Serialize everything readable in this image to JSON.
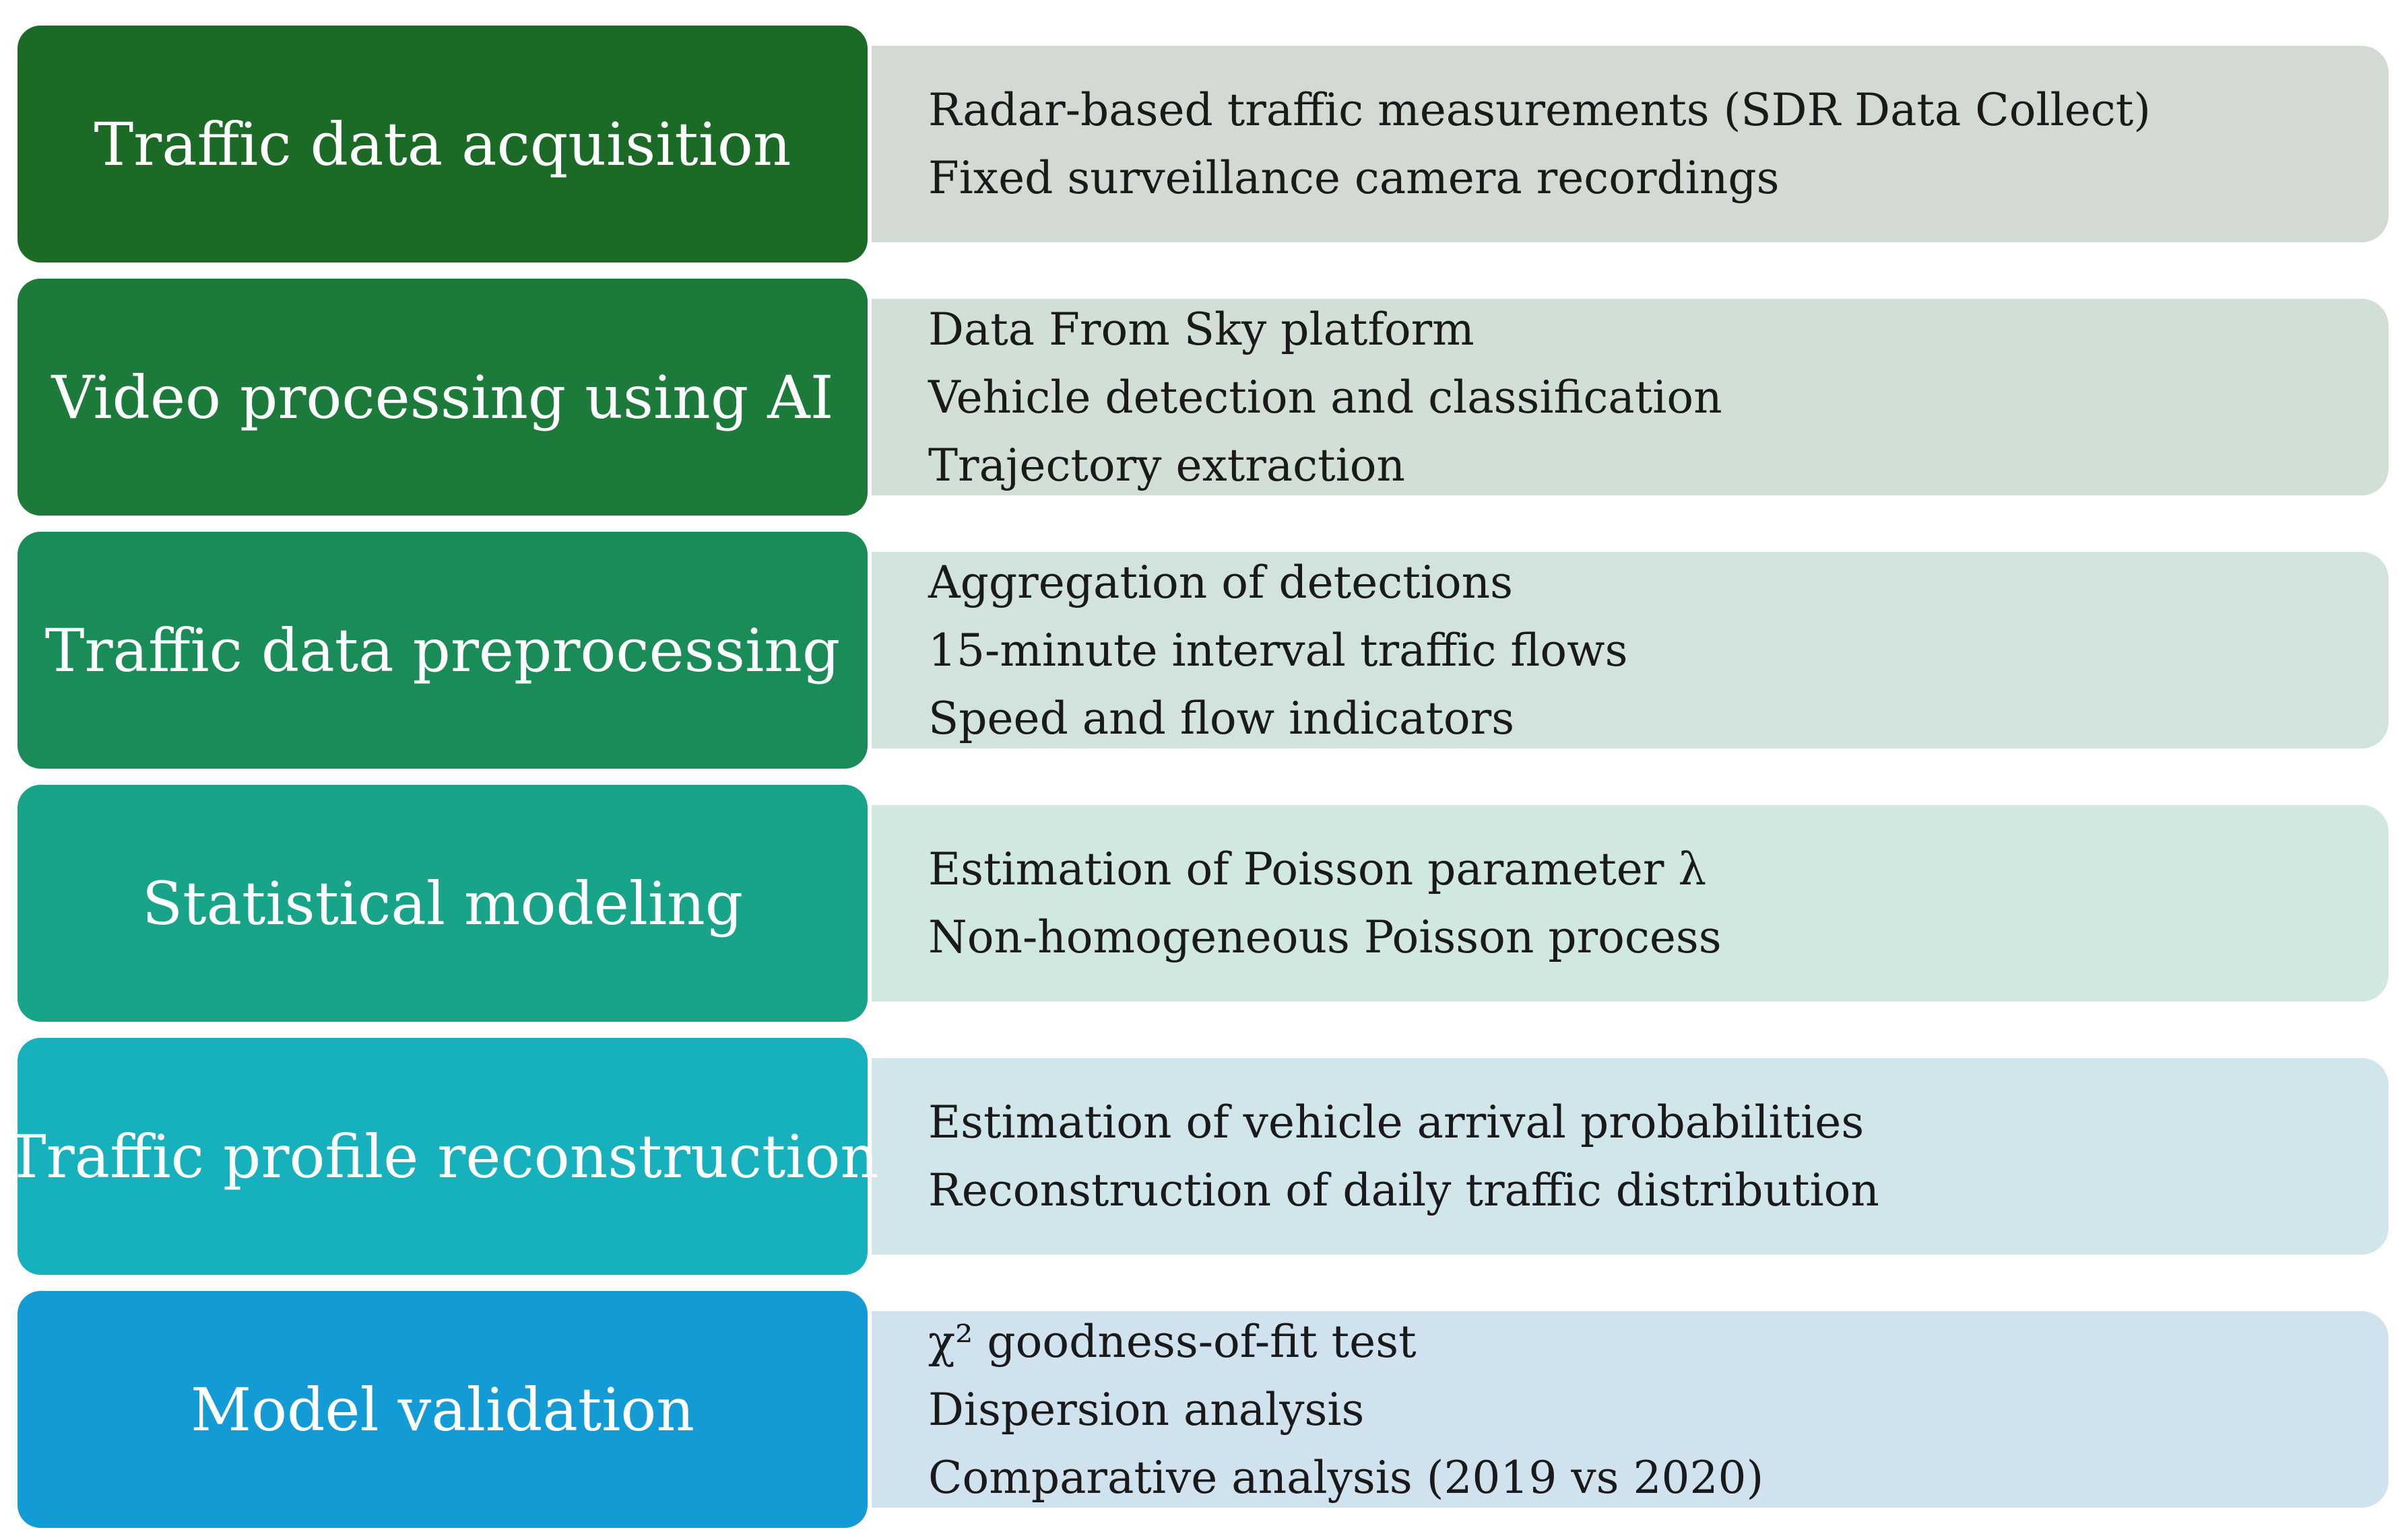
{
  "stages": [
    {
      "title": "Traffic data acquisition",
      "color": "#1b6b27",
      "panel_color": "#d2dad3",
      "details": [
        "Radar-based traffic measurements (SDR Data Collect)",
        "Fixed surveillance camera recordings"
      ]
    },
    {
      "title": "Video processing using AI",
      "color": "#1c7a3a",
      "panel_color": "#d1dfd6",
      "details": [
        "Data From Sky platform",
        "Vehicle detection and classification",
        "Trajectory extraction"
      ]
    },
    {
      "title": "Traffic data preprocessing",
      "color": "#1a8c58",
      "panel_color": "#d1e3db",
      "details": [
        "Aggregation of detections",
        "15-minute interval traffic flows",
        "Speed and flow indicators"
      ]
    },
    {
      "title": "Statistical modeling",
      "color": "#18a489",
      "panel_color": "#d1e7e2",
      "details": [
        "Estimation of Poisson parameter λ",
        "Non-homogeneous Poisson process"
      ]
    },
    {
      "title": "Traffic profile reconstruction",
      "color": "#16b1bd",
      "panel_color": "#d1e6ea",
      "details": [
        "Estimation of vehicle arrival probabilities",
        "Reconstruction of daily traffic distribution"
      ]
    },
    {
      "title": "Model validation",
      "color": "#139bd6",
      "panel_color": "#d1e2ef",
      "details": [
        "χ² goodness-of-fit test",
        "Dispersion analysis",
        "Comparative analysis (2019 vs 2020)"
      ]
    }
  ]
}
